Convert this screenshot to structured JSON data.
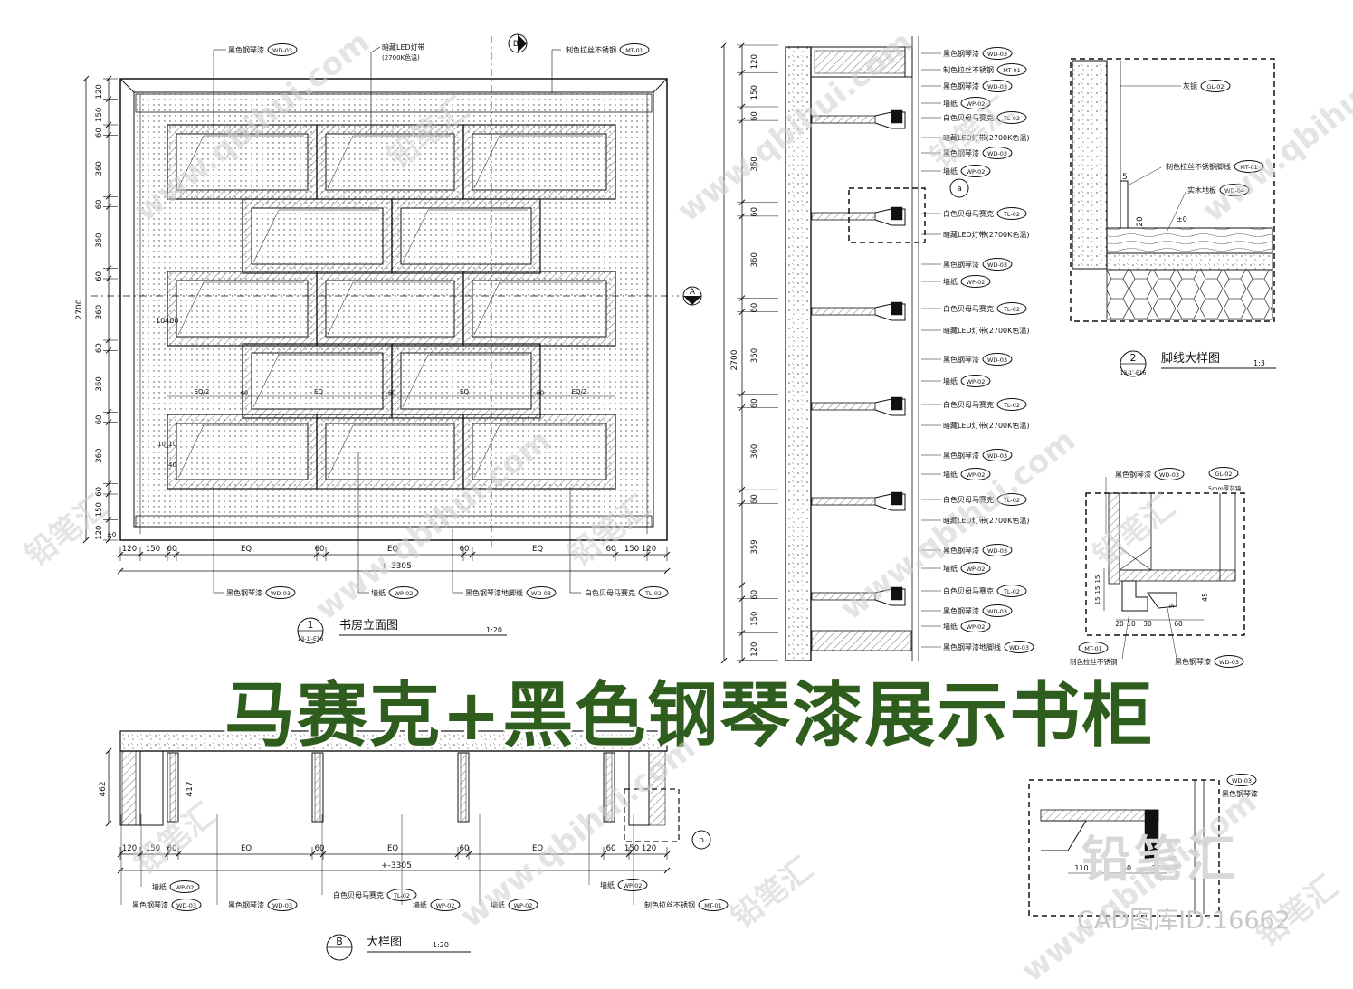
{
  "banner": "马赛克+黑色钢琴漆展示书柜",
  "watermark_text": "铅笔汇",
  "watermark_url": "www.qbihui.com",
  "stamp": {
    "logo": "铅笔汇",
    "code": "CAD图库ID:16662"
  },
  "view1": {
    "number": "1",
    "sheet_ref": "13-1'-E16",
    "title": "书房立面图",
    "scale": "1:20",
    "left_dims": [
      "120",
      "150",
      "60",
      "360",
      "60",
      "360",
      "60",
      "360",
      "60",
      "360",
      "60",
      "360",
      "60",
      "150",
      "120"
    ],
    "total_height": "2700",
    "bottom_dims": [
      "120",
      "150",
      "60",
      "EQ",
      "60",
      "EQ",
      "60",
      "EQ",
      "60",
      "150",
      "120"
    ],
    "total_width": "+-3305",
    "zero": "±0",
    "inner_dims": [
      "EQ/2",
      "EQ",
      "EQ",
      "EQ/2"
    ],
    "inner_small": [
      "60",
      "60",
      "60"
    ],
    "side_marks": [
      "1040",
      "10",
      "10",
      "10",
      "40"
    ],
    "section_a": "A",
    "section_b": "B",
    "callouts_top": [
      {
        "text": "黑色钢琴漆",
        "code": "WD-03"
      },
      {
        "text": "暗藏LED灯带",
        "sub": "(2700K色温)"
      },
      {
        "text": "制色拉丝不锈钢",
        "code": "MT-01"
      }
    ],
    "callouts_bottom": [
      {
        "text": "黑色钢琴漆",
        "code": "WD-03"
      },
      {
        "text": "墙纸",
        "code": "WP-02"
      },
      {
        "text": "黑色钢琴漆地脚线",
        "code": "WD-03"
      },
      {
        "text": "白色贝母马赛克",
        "code": "TL-02"
      }
    ]
  },
  "section": {
    "left_dims": [
      "120",
      "150",
      "60",
      "360",
      "60",
      "360",
      "60",
      "360",
      "60",
      "360",
      "60",
      "359",
      "60",
      "150",
      "120"
    ],
    "total_height": "2700",
    "detail_marker": "a",
    "labels": [
      {
        "text": "黑色钢琴漆",
        "code": "WD-03"
      },
      {
        "text": "制色拉丝不锈钢",
        "code": "MT-01"
      },
      {
        "text": "黑色钢琴漆",
        "code": "WD-03"
      },
      {
        "text": "墙纸",
        "code": "WP-02"
      },
      {
        "text": "白色贝母马赛克",
        "code": "TL-02"
      },
      {
        "text": "暗藏LED灯带(2700K色温)",
        "code": ""
      },
      {
        "text": "黑色钢琴漆",
        "code": "WD-03"
      },
      {
        "text": "墙纸",
        "code": "WP-02"
      },
      {
        "text": "白色贝母马赛克",
        "code": "TL-02"
      },
      {
        "text": "暗藏LED灯带(2700K色温)",
        "code": ""
      },
      {
        "text": "黑色钢琴漆",
        "code": "WD-03"
      },
      {
        "text": "墙纸",
        "code": "WP-02"
      },
      {
        "text": "白色贝母马赛克",
        "code": "TL-02"
      },
      {
        "text": "暗藏LED灯带(2700K色温)",
        "code": ""
      },
      {
        "text": "黑色钢琴漆",
        "code": "WD-03"
      },
      {
        "text": "墙纸",
        "code": "WP-02"
      },
      {
        "text": "白色贝母马赛克",
        "code": "TL-02"
      },
      {
        "text": "暗藏LED灯带(2700K色温)",
        "code": ""
      },
      {
        "text": "黑色钢琴漆",
        "code": "WD-03"
      },
      {
        "text": "墙纸",
        "code": "WP-02"
      },
      {
        "text": "白色贝母马赛克",
        "code": "TL-02"
      },
      {
        "text": "暗藏LED灯带(2700K色温)",
        "code": ""
      },
      {
        "text": "黑色钢琴漆",
        "code": "WD-03"
      },
      {
        "text": "墙纸",
        "code": "WP-02"
      },
      {
        "text": "白色贝母马赛克",
        "code": "TL-02"
      },
      {
        "text": "黑色钢琴漆",
        "code": "WD-03"
      },
      {
        "text": "墙纸",
        "code": "WP-02"
      },
      {
        "text": "黑色钢琴漆地脚线",
        "code": "WD-03"
      }
    ]
  },
  "detail2": {
    "number": "2",
    "sheet_ref": "13-1'-E16",
    "title": "脚线大样图",
    "scale": "1:3",
    "labels": [
      {
        "text": "灰镜",
        "code": "GL-02"
      },
      {
        "text": "制色拉丝不锈钢脚线",
        "code": "MT-01"
      },
      {
        "text": "实木地板",
        "code": "WD-04"
      }
    ],
    "dims": [
      "5",
      "20"
    ],
    "zero": "±0"
  },
  "detail3": {
    "labels_top": [
      {
        "text": "黑色钢琴漆",
        "code": "WD-03"
      },
      {
        "code": "GL-02",
        "text": "5mm厚灰镜"
      }
    ],
    "labels_bottom": [
      {
        "text": "制色拉丝不锈钢",
        "code": "MT-01"
      },
      {
        "text": "黑色钢琴漆",
        "code": "WD-03"
      }
    ],
    "dims_v": [
      "15",
      "15",
      "15"
    ],
    "dims_h": [
      "20",
      "10",
      "30",
      "60"
    ],
    "dims_r": [
      "5",
      "45"
    ]
  },
  "viewB": {
    "letter": "B",
    "title": "大样图",
    "scale": "1:20",
    "depth": "462",
    "inner_depth": "417",
    "bottom_dims": [
      "120",
      "150",
      "60",
      "EQ",
      "60",
      "EQ",
      "60",
      "EQ",
      "60",
      "150",
      "120"
    ],
    "total_width": "+-3305",
    "marker": "b",
    "callouts": [
      {
        "text": "墙纸",
        "code": "WP-02"
      },
      {
        "text": "黑色钢琴漆",
        "code": "WD-03"
      },
      {
        "text": "黑色钢琴漆",
        "code": "WD-03"
      },
      {
        "text": "白色贝母马赛克",
        "code": "TL-02"
      },
      {
        "text": "墙纸",
        "code": "WP-02"
      },
      {
        "text": "墙纸",
        "code": "WP-02"
      },
      {
        "text": "墙纸",
        "code": "WP-02"
      },
      {
        "text": "制色拉丝不锈钢",
        "code": "MT-01"
      }
    ]
  },
  "detail4": {
    "labels": [
      {
        "code": "WD-03",
        "text": "黑色钢琴漆"
      }
    ],
    "dims": [
      "110",
      "50",
      "20"
    ]
  }
}
